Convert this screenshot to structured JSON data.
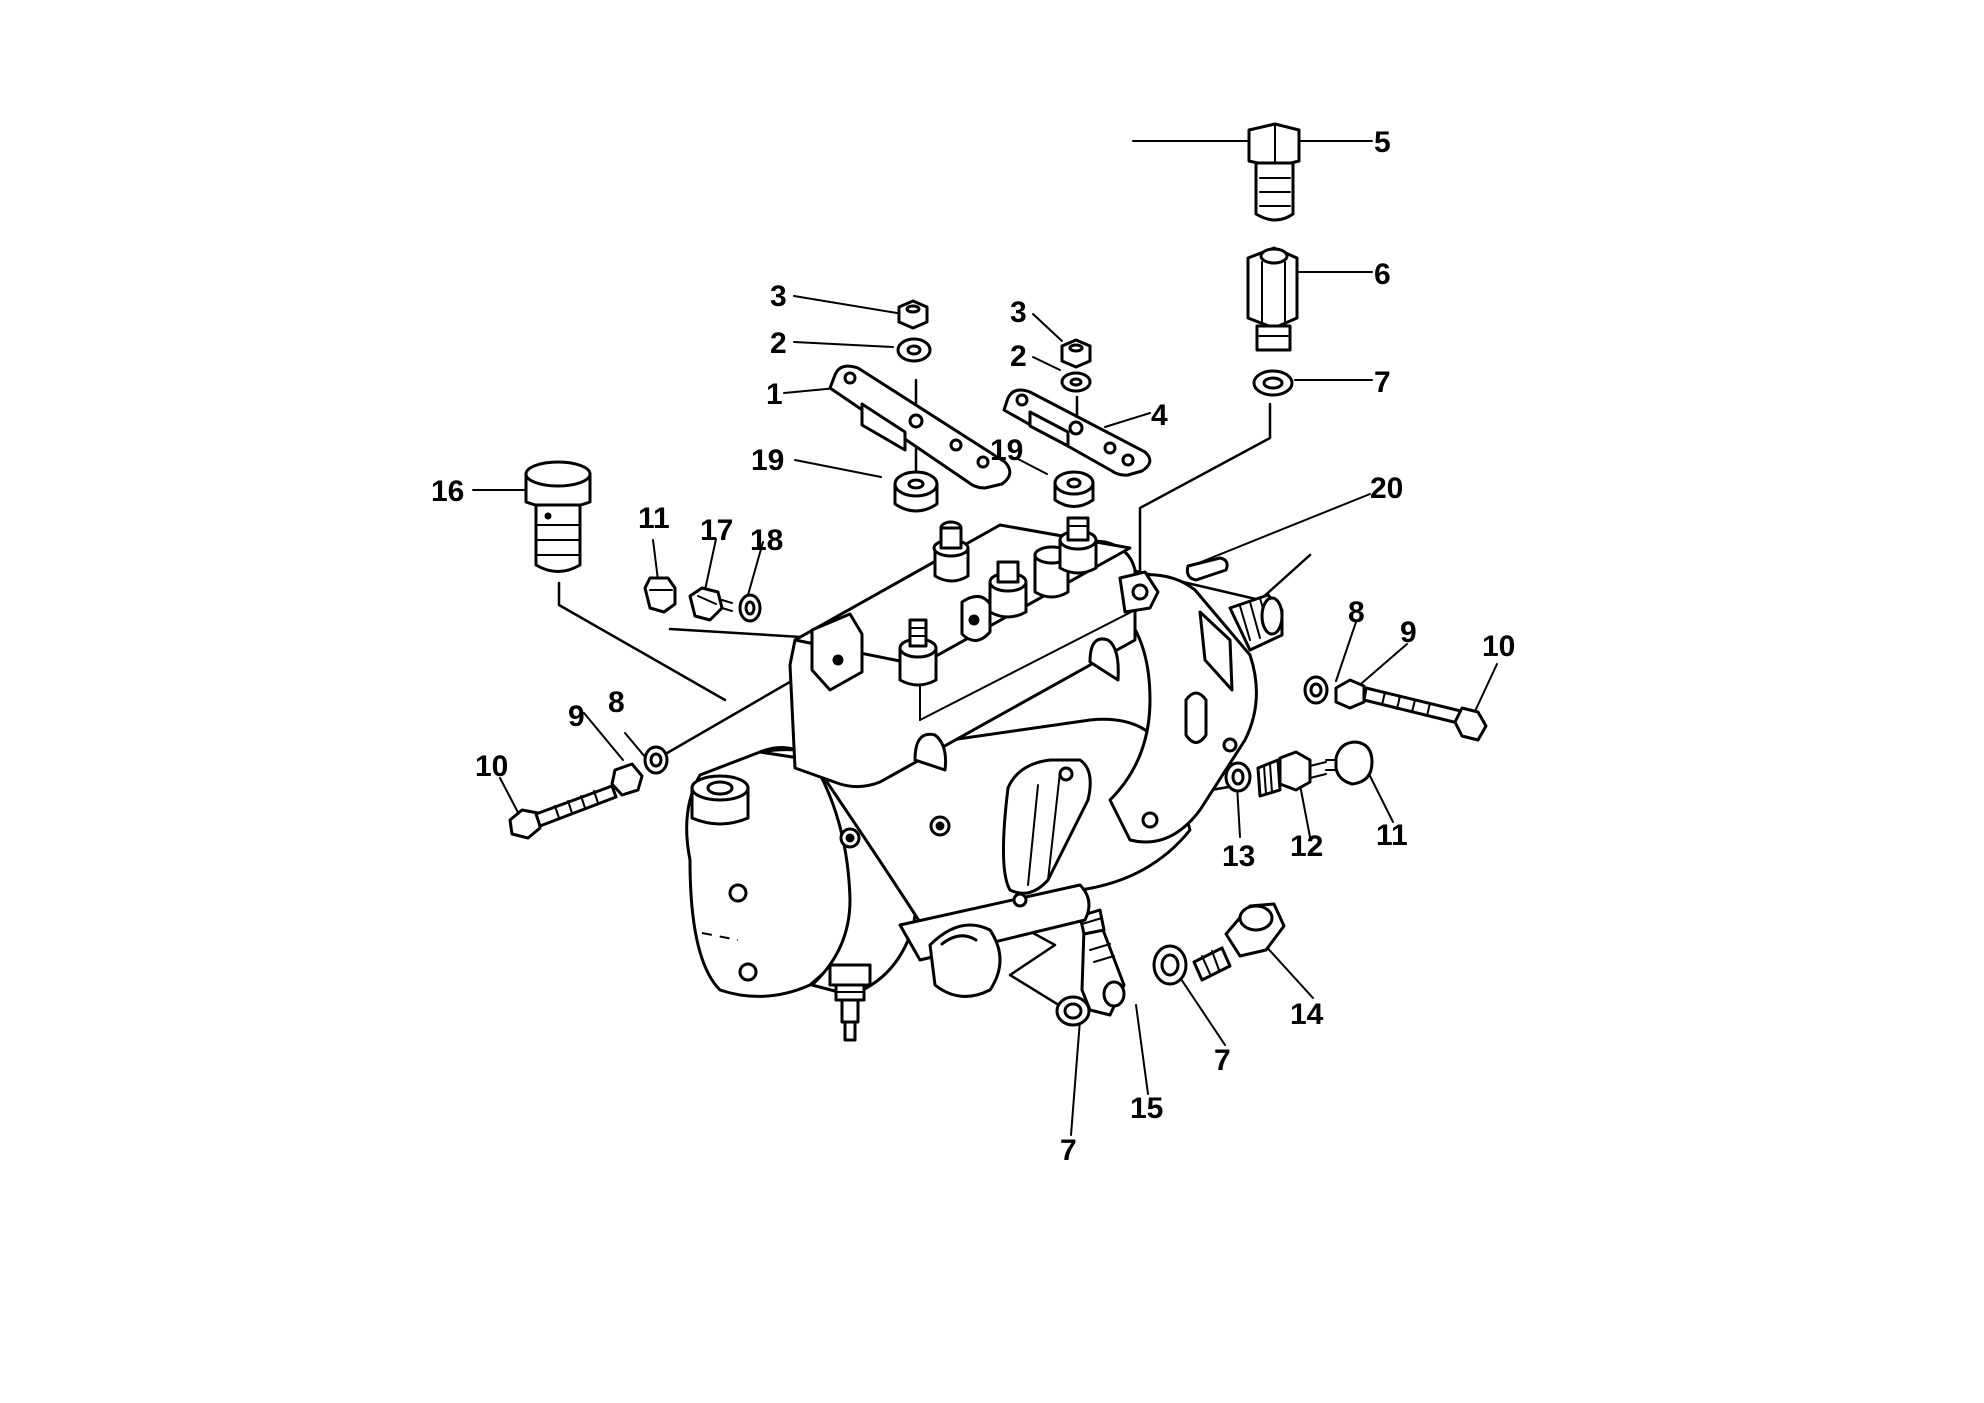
{
  "diagram": {
    "callouts": [
      {
        "id": "c5",
        "label": "5"
      },
      {
        "id": "c6",
        "label": "6"
      },
      {
        "id": "c7a",
        "label": "7"
      },
      {
        "id": "c3a",
        "label": "3"
      },
      {
        "id": "c2a",
        "label": "2"
      },
      {
        "id": "c1",
        "label": "1"
      },
      {
        "id": "c19a",
        "label": "19"
      },
      {
        "id": "c3b",
        "label": "3"
      },
      {
        "id": "c2b",
        "label": "2"
      },
      {
        "id": "c4",
        "label": "4"
      },
      {
        "id": "c19b",
        "label": "19"
      },
      {
        "id": "c16",
        "label": "16"
      },
      {
        "id": "c20",
        "label": "20"
      },
      {
        "id": "c11a",
        "label": "11"
      },
      {
        "id": "c17",
        "label": "17"
      },
      {
        "id": "c18",
        "label": "18"
      },
      {
        "id": "c8a",
        "label": "8"
      },
      {
        "id": "c9a",
        "label": "9"
      },
      {
        "id": "c10a",
        "label": "10"
      },
      {
        "id": "c8b",
        "label": "8"
      },
      {
        "id": "c9b",
        "label": "9"
      },
      {
        "id": "c10b",
        "label": "10"
      },
      {
        "id": "c13",
        "label": "13"
      },
      {
        "id": "c12",
        "label": "12"
      },
      {
        "id": "c11b",
        "label": "11"
      },
      {
        "id": "c14",
        "label": "14"
      },
      {
        "id": "c7b",
        "label": "7"
      },
      {
        "id": "c15",
        "label": "15"
      },
      {
        "id": "c7c",
        "label": "7"
      }
    ]
  }
}
